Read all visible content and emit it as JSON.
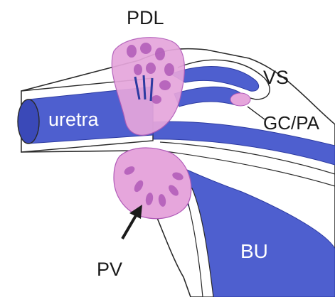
{
  "labels": {
    "pdl": "PDL",
    "vs": "VS",
    "gc_pa": "GC/PA",
    "uretra": "uretra",
    "pv": "PV",
    "bu": "BU"
  },
  "colors": {
    "tube_blue": "#4e5fcf",
    "tube_dark": "#2c3aa0",
    "gland_pink": "#e6a6dc",
    "gland_deep": "#b05ab8",
    "outline": "#2a2a2a",
    "background": "#ffffff"
  }
}
